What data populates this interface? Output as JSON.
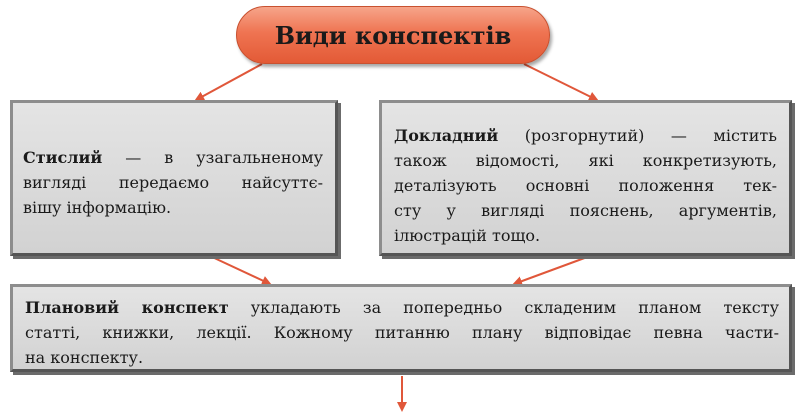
{
  "title": "Види конспектів",
  "left_box": {
    "term": "Стислий",
    "lines": [
      " — в узагальненому",
      "вигляді передаємо найсуттє-",
      "вішу інформацію."
    ]
  },
  "right_box": {
    "term": "Докладний",
    "lines": [
      " (розгорнутий) — містить",
      "також відомості, які конкретизують,",
      "деталізують основні положення тек-",
      "сту у вигляді пояснень, аргументів,",
      "ілюстрацій тощо."
    ]
  },
  "bottom_box": {
    "term": "Плановий конспект",
    "lines": [
      " укладають за попередньо складеним планом тексту",
      "статті, книжки, лекції. Кожному питанню плану відповідає певна части-",
      "на конспекту."
    ]
  },
  "colors": {
    "arrow": "#e0573a",
    "pill": "#ef7452",
    "box": "#d9d9d9"
  }
}
